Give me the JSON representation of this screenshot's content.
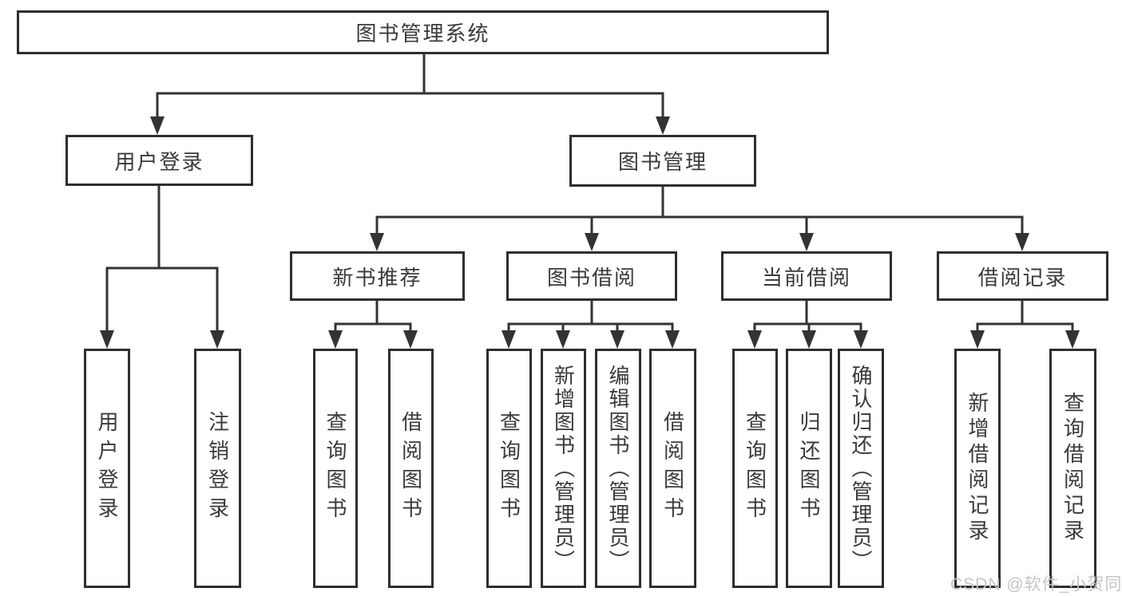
{
  "diagram": {
    "root": {
      "label": "图书管理系统"
    },
    "branches": [
      {
        "label": "用户登录",
        "leaves": [
          {
            "label": "用户登录"
          },
          {
            "label": "注销登录"
          }
        ]
      },
      {
        "label": "图书管理",
        "groups": [
          {
            "label": "新书推荐",
            "leaves": [
              {
                "label": "查询图书"
              },
              {
                "label": "借阅图书"
              }
            ]
          },
          {
            "label": "图书借阅",
            "leaves": [
              {
                "label": "查询图书"
              },
              {
                "label": "新增图书（管理员）"
              },
              {
                "label": "编辑图书（管理员）"
              },
              {
                "label": "借阅图书"
              }
            ]
          },
          {
            "label": "当前借阅",
            "leaves": [
              {
                "label": "查询图书"
              },
              {
                "label": "归还图书"
              },
              {
                "label": "确认归还（管理员）"
              }
            ]
          },
          {
            "label": "借阅记录",
            "leaves": [
              {
                "label": "新增借阅记录"
              },
              {
                "label": "查询借阅记录"
              }
            ]
          }
        ]
      }
    ]
  },
  "watermark": {
    "text": "CSDN @软件_小贺同学"
  },
  "colors": {
    "line": "#333333",
    "box_border": "#2e2e2e",
    "text": "#3a3a3a",
    "background": "#ffffff",
    "watermark": "#c5c5c5"
  }
}
